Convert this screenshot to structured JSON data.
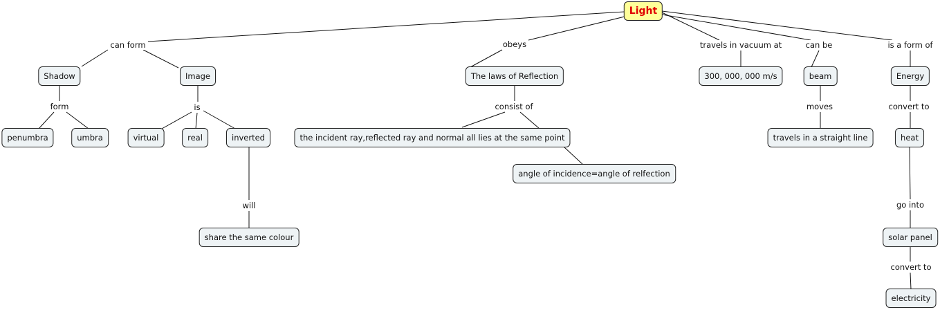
{
  "root": "Light",
  "nodes": {
    "shadow": "Shadow",
    "image": "Image",
    "laws": "The laws of Reflection",
    "speed": "300, 000, 000 m/s",
    "beam": "beam",
    "energy": "Energy",
    "penumbra": "penumbra",
    "umbra": "umbra",
    "virtual": "virtual",
    "real": "real",
    "inverted": "inverted",
    "incident": "the incident ray,reflected ray and normal all lies at the same point",
    "straight": "travels in a straight line",
    "heat": "heat",
    "angle": "angle of incidence=angle of relfection",
    "colour": "share the same colour",
    "solar": "solar panel",
    "electricity": "electricity"
  },
  "links": {
    "can_form": "can form",
    "obeys": "obeys",
    "travels_vacuum": "travels in vacuum at",
    "can_be": "can be",
    "is_form_of": "is a form of",
    "form": "form",
    "is": "is",
    "consist_of": "consist of",
    "moves": "moves",
    "convert_to_1": "convert to",
    "will": "will",
    "go_into": "go into",
    "convert_to_2": "convert to"
  },
  "colors": {
    "root_fill": "#ffff99",
    "root_text": "#e00000",
    "node_fill": "#eef3f5"
  }
}
